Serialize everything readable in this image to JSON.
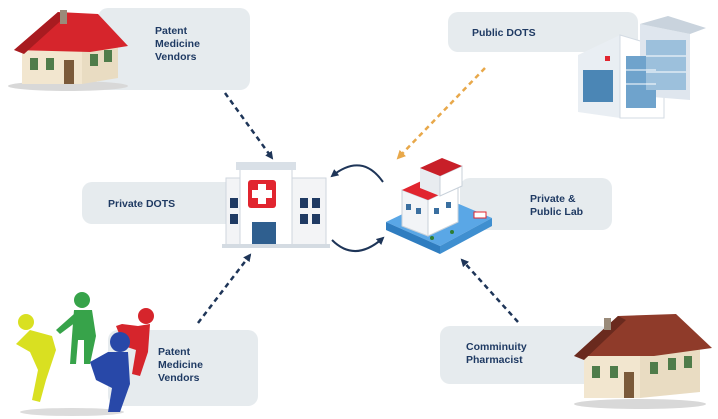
{
  "nodes": {
    "patent_top": {
      "lines": [
        "Patent",
        "Medicine",
        "Vendors"
      ]
    },
    "public_dots": {
      "lines": [
        "Public DOTS"
      ]
    },
    "private_dots": {
      "lines": [
        "Private DOTS"
      ]
    },
    "private_public_lab": {
      "lines": [
        "Private &",
        "Public Lab"
      ]
    },
    "patent_bottom": {
      "lines": [
        "Patent",
        "Medicine",
        "Vendors"
      ]
    },
    "community_pharmacist": {
      "lines": [
        "Comminuity",
        "Pharmacist"
      ]
    }
  },
  "colors": {
    "label_text": "#1f3a63",
    "box_bg": "#e6ebee",
    "arrow_dark": "#1e3558",
    "arrow_orange": "#e8a84a",
    "hospital_red": "#e1252f"
  },
  "icons": {
    "house_red_roof": "house-icon",
    "skyscraper": "building-icon",
    "clinic": "clinic-icon",
    "hospital_lab": "hospital-icon",
    "people_circle": "people-circle-icon",
    "house_brown_roof": "house-icon"
  }
}
